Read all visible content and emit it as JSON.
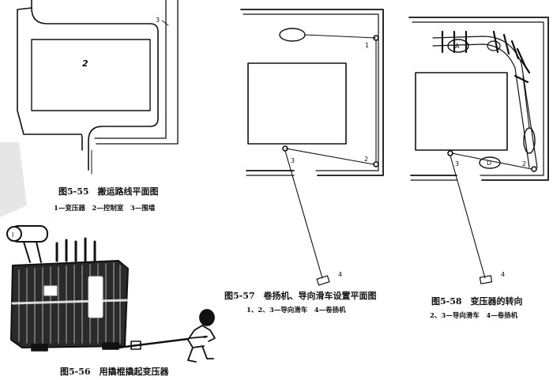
{
  "figures": {
    "f55": {
      "caption": "图5-55　搬运路线平面图",
      "legend": "1—变压器　2—控制室　3—围墙",
      "labels": {
        "room": "2",
        "wall": "3"
      }
    },
    "f56": {
      "caption": "图5-56　用撬棍撬起变压器",
      "labels": {
        "tag": "I"
      }
    },
    "f57": {
      "caption": "图5-57　卷扬机、导向滑车设置平面图",
      "legend": "1、2、3—导向滑车　4—卷扬机",
      "labels": {
        "p1": "1",
        "p2": "2",
        "p3": "3",
        "p4": "4"
      }
    },
    "f58": {
      "caption": "图5-58　变压器的转向",
      "legend": "2、3—导向滑车　4—卷扬机",
      "labels": {
        "a": "A",
        "d": "D",
        "p2": "2",
        "p3": "3",
        "p4": "4"
      }
    }
  },
  "colors": {
    "ink": "#111111",
    "paper": "#ffffff",
    "shade": "#d8d8d8"
  }
}
